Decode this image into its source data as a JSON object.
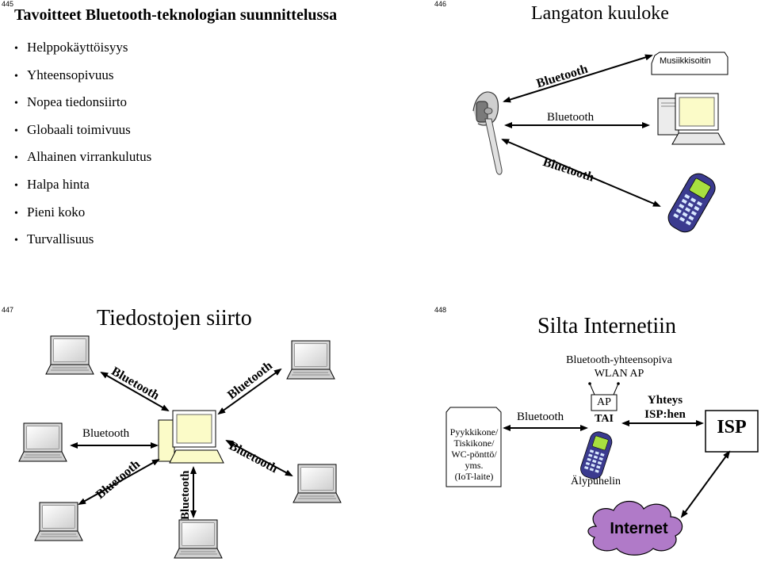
{
  "slide445": {
    "number": "445",
    "title": "Tavoitteet Bluetooth-teknologian suunnittelussa",
    "items": [
      "Helppokäyttöisyys",
      "Yhteensopivuus",
      "Nopea tiedonsiirto",
      "Globaali toimivuus",
      "Alhainen virrankulutus",
      "Halpa hinta",
      "Pieni koko",
      "Turvallisuus"
    ]
  },
  "slide446": {
    "number": "446",
    "title": "Langaton kuuloke",
    "link_top": "Bluetooth",
    "link_mid": "Bluetooth",
    "link_bottom": "Bluetooth",
    "device_label": "Musiikkisoitin"
  },
  "slide447": {
    "number": "447",
    "title": "Tiedostojen siirto",
    "labels": [
      "Bluetooth",
      "Bluetooth",
      "Bluetooth",
      "Bluetooth",
      "Bluetooth",
      "Bluetooth"
    ]
  },
  "slide448": {
    "number": "448",
    "title": "Silta Internetiin",
    "ap_caption": "Bluetooth-yhteensopiva\nWLAN AP",
    "device_box": "Pyykkikone/\nTiskikone/\nWC-pönttö/\nyms.\n(IoT-laite)",
    "link_label": "Bluetooth",
    "ap_label": "AP",
    "or_label": "TAI",
    "phone_label": "Älypuhelin",
    "connection_label": "Yhteys\nISP:hen",
    "isp_label": "ISP",
    "cloud_label": "Internet"
  }
}
